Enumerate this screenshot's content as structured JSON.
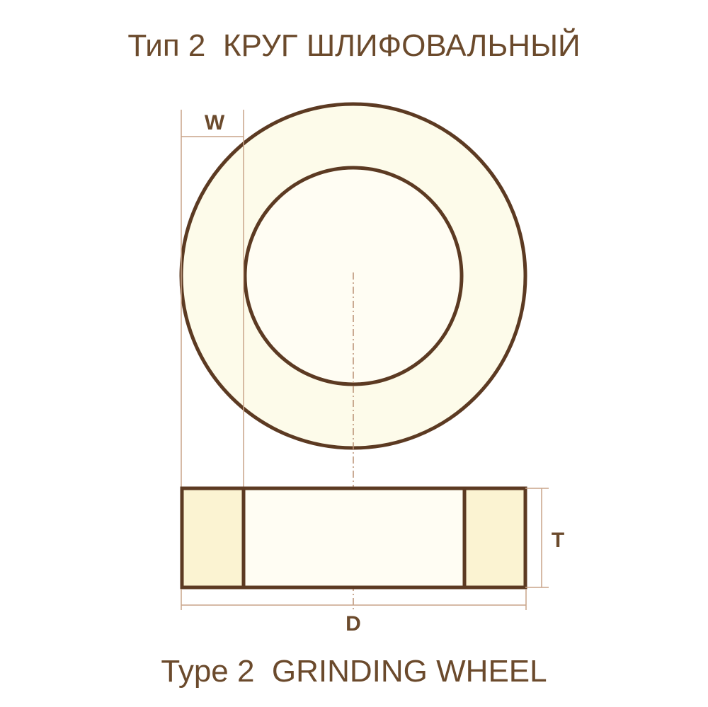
{
  "title_ru": "Тип 2  КРУГ ШЛИФОВАЛЬНЫЙ",
  "title_en": "Type 2  GRINDING WHEEL",
  "dimensions": {
    "width_label": "W",
    "thickness_label": "T",
    "diameter_label": "D"
  },
  "colors": {
    "outline": "#5c3a22",
    "dimension_line": "#c9a489",
    "text": "#6b4a2c",
    "wheel_face_fill": "#fdfbea",
    "section_fill": "#fbf3d2",
    "bore_fill": "#fffdf3"
  }
}
